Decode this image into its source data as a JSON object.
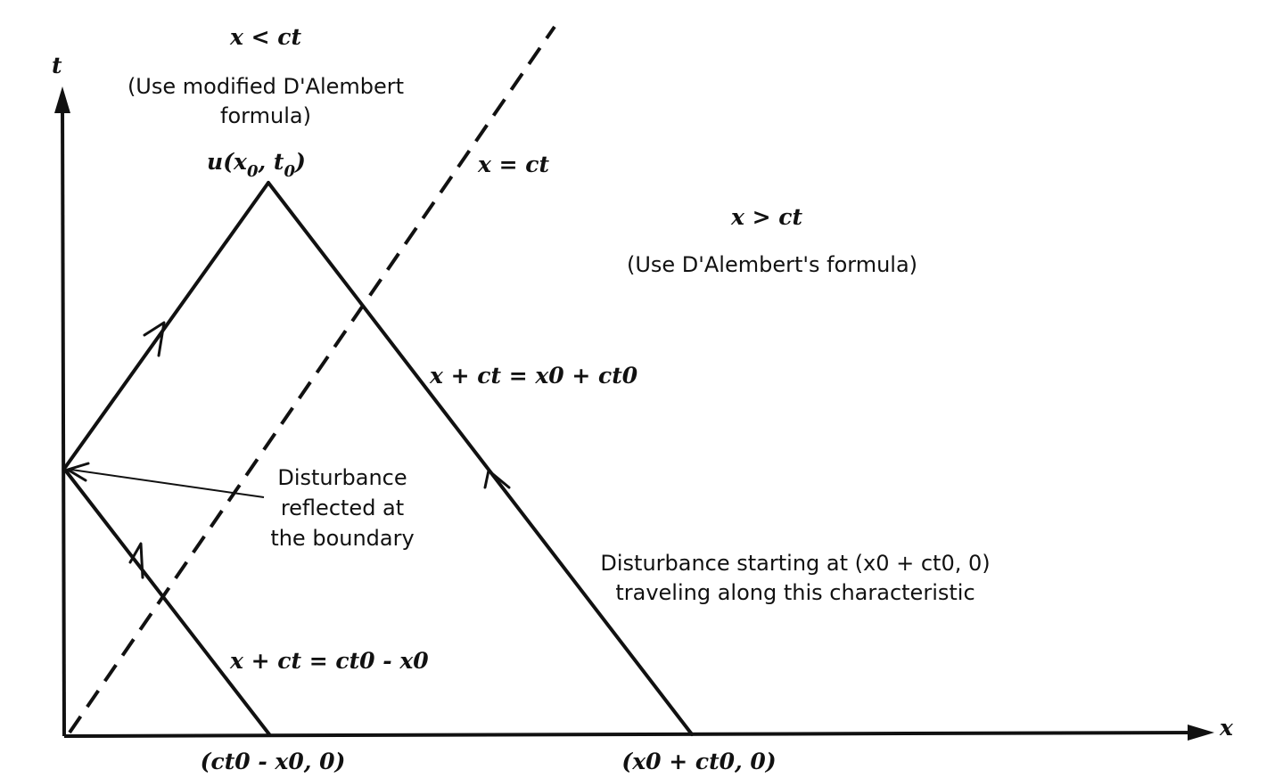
{
  "axes": {
    "x_label": "x",
    "t_label": "t"
  },
  "regions": {
    "left": {
      "condition": "x < ct",
      "note_line1": "(Use modified D'Alembert",
      "note_line2": "formula)"
    },
    "right": {
      "condition": "x > ct",
      "note": "(Use D'Alembert's formula)"
    }
  },
  "point_label": {
    "func": "u",
    "args": [
      "x",
      "0",
      "t",
      "0"
    ]
  },
  "characteristics": {
    "dashed": "x = ct",
    "right_line": "x + ct = x0 + ct0",
    "reflected_line": "x + ct = ct0 - x0"
  },
  "annotations": {
    "reflection": [
      "Disturbance",
      "reflected at",
      "the boundary"
    ],
    "starting_line1": "Disturbance starting at (x0 + ct0, 0)",
    "starting_line2": "traveling along this characteristic"
  },
  "axis_points": {
    "left": "(ct0 - x0, 0)",
    "right": "(x0 + ct0, 0)"
  }
}
